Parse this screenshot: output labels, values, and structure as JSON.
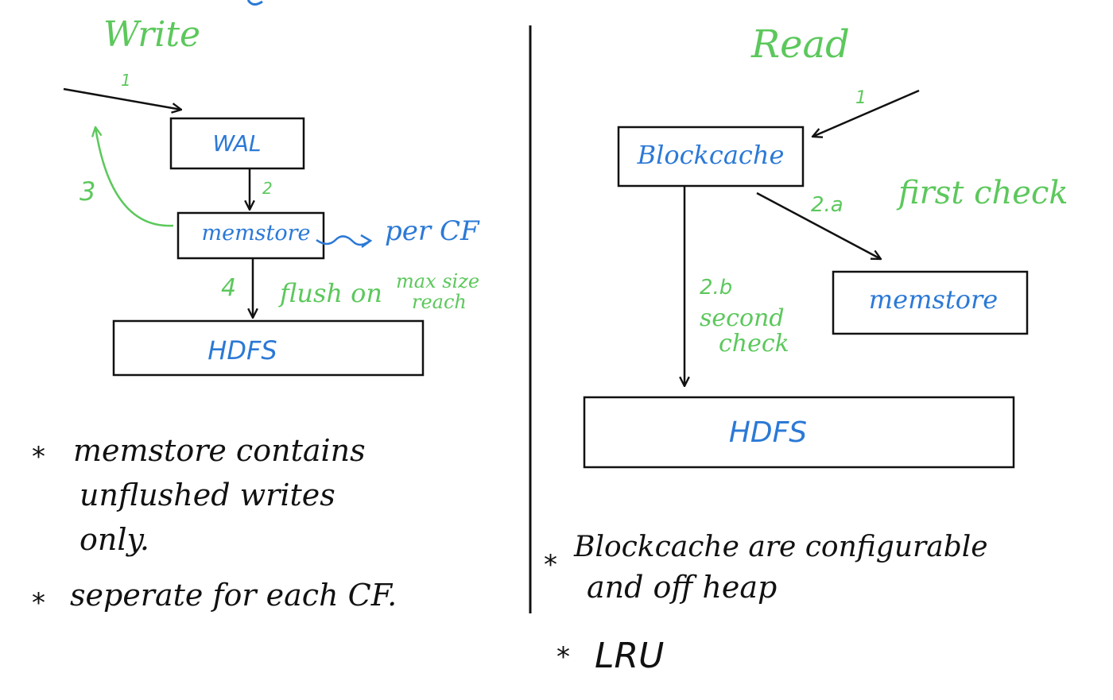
{
  "write": {
    "title": "Write",
    "step1": "1",
    "step2": "2",
    "step3": "3",
    "step4": "4",
    "wal": "WAL",
    "memstore": "memstore",
    "per_cf": "per CF",
    "flush_on": "flush on",
    "max_size": "max size",
    "reach": "reach",
    "hdfs": "HDFS",
    "note1_line1": "memstore contains",
    "note1_line2": "unflushed writes",
    "note1_line3": "only.",
    "note2": "seperate for each CF."
  },
  "read": {
    "title": "Read",
    "step1": "1",
    "blockcache": "Blockcache",
    "step2a": "2.a",
    "first_check": "first check",
    "memstore": "memstore",
    "step2b": "2.b",
    "second": "second",
    "check": "check",
    "hdfs": "HDFS",
    "note1_line1": "Blockcache are configurable",
    "note1_line2": "and off heap",
    "note2": "LRU"
  },
  "colors": {
    "label_green": "#5cc85c",
    "component_blue": "#2b79d6",
    "ink_black": "#111111"
  }
}
